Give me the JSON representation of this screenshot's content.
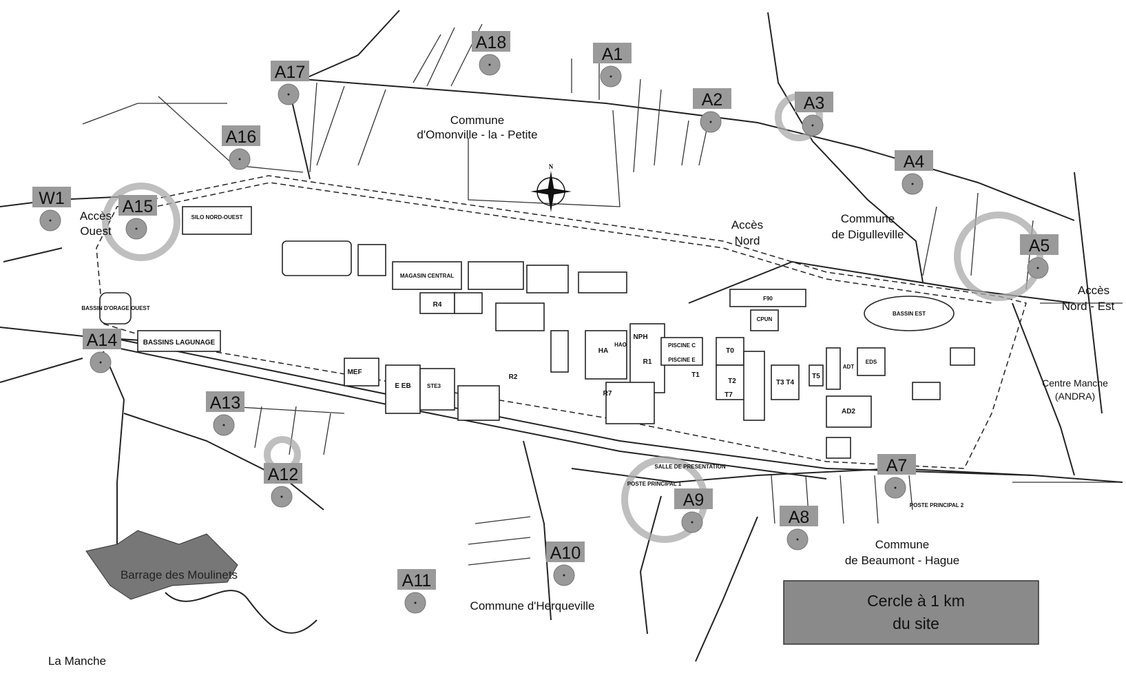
{
  "map": {
    "compass_label": "N",
    "stations": [
      {
        "id": "A18"
      },
      {
        "id": "A1"
      },
      {
        "id": "A17"
      },
      {
        "id": "A2"
      },
      {
        "id": "A3"
      },
      {
        "id": "A16"
      },
      {
        "id": "A4"
      },
      {
        "id": "W1"
      },
      {
        "id": "A15"
      },
      {
        "id": "A5"
      },
      {
        "id": "A14"
      },
      {
        "id": "A13"
      },
      {
        "id": "A12"
      },
      {
        "id": "A7"
      },
      {
        "id": "A9"
      },
      {
        "id": "A8"
      },
      {
        "id": "A10"
      },
      {
        "id": "A11"
      }
    ],
    "places": {
      "omonville_1": "Commune",
      "omonville_2": "d'Omonville - la - Petite",
      "acces_ouest_1": "Accès",
      "acces_ouest_2": "Ouest",
      "acces_nord_1": "Accès",
      "acces_nord_2": "Nord",
      "digulleville_1": "Commune",
      "digulleville_2": "de Digulleville",
      "acces_ne_1": "Accès",
      "acces_ne_2": "Nord - Est",
      "andra_1": "Centre Manche",
      "andra_2": "(ANDRA)",
      "beaumont_1": "Commune",
      "beaumont_2": "de Beaumont - Hague",
      "herqueville": "Commune d'Herqueville",
      "la_manche": "La Manche",
      "barrage": "Barrage des Moulinets"
    },
    "site_labels": {
      "silo": "SILO NORD-OUEST",
      "bassin_orage": "BASSIN D'ORAGE OUEST",
      "bassins_lagunage": "BASSINS LAGUNAGE",
      "magasin": "MAGASIN CENTRAL",
      "r4": "R4",
      "r1": "R1",
      "r2": "R2",
      "r7": "R7",
      "ha": "HA",
      "hao": "HAO",
      "nph": "NPH",
      "piscine_c": "PISCINE C",
      "piscine_e": "PISCINE E",
      "t0": "T0",
      "t1": "T1",
      "t2": "T2",
      "t34": "T3 T4",
      "t5": "T5",
      "t7": "T7",
      "mef": "MEF",
      "eb": "E EB",
      "ste3": "STE3",
      "f90": "F90",
      "cpun": "CPUN",
      "adt": "ADT",
      "eds": "EDS",
      "ad2": "AD2",
      "bassin_est": "BASSIN EST",
      "poste1": "POSTE PRINCIPAL 1",
      "poste2": "POSTE PRINCIPAL 2",
      "salle": "SALLE DE PRESENTATION"
    },
    "legend": {
      "line1": "Cercle à 1 km",
      "line2": "du site"
    }
  }
}
